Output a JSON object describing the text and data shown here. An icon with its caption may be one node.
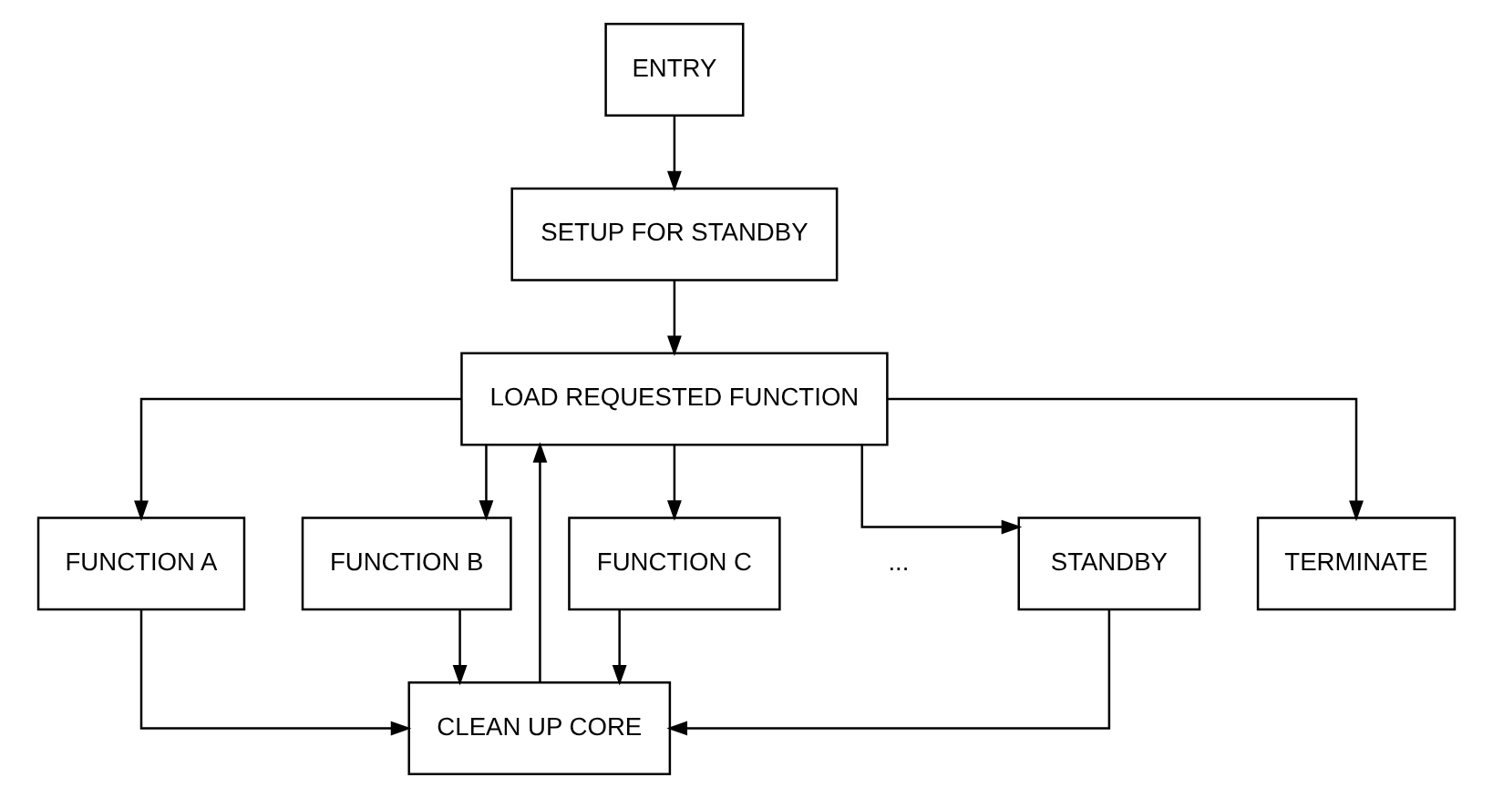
{
  "diagram": {
    "nodes": [
      {
        "text": [
          "ENTRY"
        ]
      },
      {
        "text": [
          "SETUP FOR STANDBY"
        ]
      },
      {
        "text": [
          "LOAD REQUESTED FUNCTION"
        ]
      },
      {
        "text": [
          "FUNCTION A"
        ]
      },
      {
        "text": [
          "FUNCTION B"
        ]
      },
      {
        "text": [
          "FUNCTION C"
        ]
      },
      {
        "text": [
          "STANDBY"
        ]
      },
      {
        "text": [
          "TERMINATE"
        ]
      },
      {
        "text": [
          "CLEAN UP CORE"
        ]
      }
    ],
    "edges": [
      {
        "from": 0,
        "to": 1,
        "arrow": "to"
      },
      {
        "from": 1,
        "to": 2,
        "arrow": "to"
      },
      {
        "from": 2,
        "to": 3,
        "arrow": "to"
      },
      {
        "from": 2,
        "to": 4,
        "arrow": "to"
      },
      {
        "from": 2,
        "to": 5,
        "arrow": "to"
      },
      {
        "from": 2,
        "to": 6,
        "arrow": "to"
      },
      {
        "from": 2,
        "to": 7,
        "arrow": "to"
      },
      {
        "from": 3,
        "to": 8,
        "arrow": "to"
      },
      {
        "from": 4,
        "to": 8,
        "arrow": "to"
      },
      {
        "from": 5,
        "to": 8,
        "arrow": "to"
      },
      {
        "from": 6,
        "to": 8,
        "arrow": "to"
      },
      {
        "from": 8,
        "to": 2,
        "arrow": "to"
      }
    ],
    "labels": [
      "..."
    ]
  }
}
